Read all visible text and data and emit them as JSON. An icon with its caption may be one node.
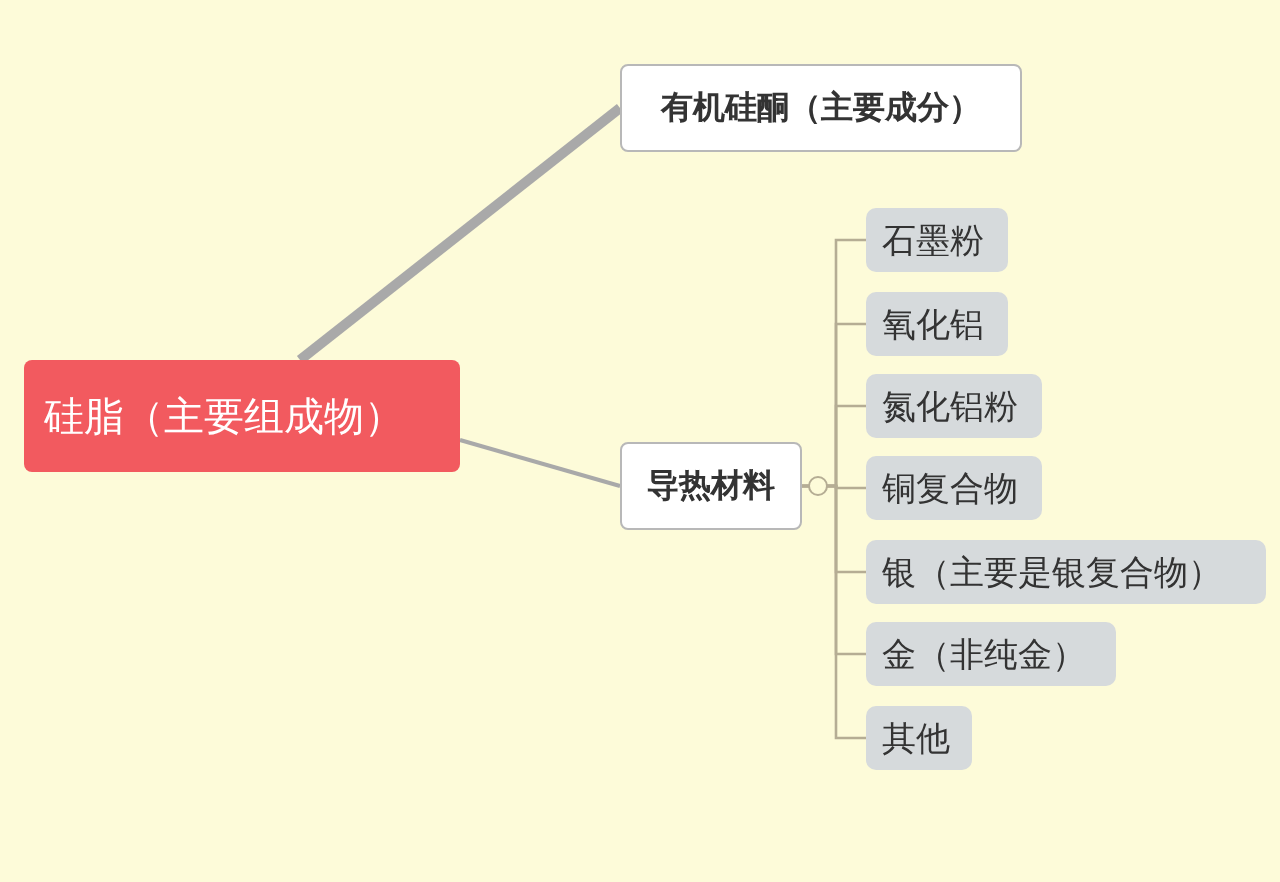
{
  "diagram": {
    "nodes": [
      {
        "text": [
          "硅脂（主要组成物）"
        ]
      },
      {
        "text": [
          "有机硅酮（主要成分）"
        ]
      },
      {
        "text": [
          "导热材料"
        ]
      },
      {
        "text": [
          "石墨粉"
        ]
      },
      {
        "text": [
          "氧化铝"
        ]
      },
      {
        "text": [
          "氮化铝粉"
        ]
      },
      {
        "text": [
          "铜复合物"
        ]
      },
      {
        "text": [
          "银（主要是银复合物）"
        ]
      },
      {
        "text": [
          "金（非纯金）"
        ]
      },
      {
        "text": [
          "其他"
        ]
      }
    ],
    "edges": [
      {
        "from": 0,
        "to": 1,
        "arrow": "none",
        "style": "thick"
      },
      {
        "from": 0,
        "to": 2,
        "arrow": "none"
      },
      {
        "from": 2,
        "to": 3,
        "arrow": "other"
      },
      {
        "from": 2,
        "to": 4,
        "arrow": "other"
      },
      {
        "from": 2,
        "to": 5,
        "arrow": "other"
      },
      {
        "from": 2,
        "to": 6,
        "arrow": "other"
      },
      {
        "from": 2,
        "to": 7,
        "arrow": "other"
      },
      {
        "from": 2,
        "to": 8,
        "arrow": "other"
      },
      {
        "from": 2,
        "to": 9,
        "arrow": "other"
      }
    ]
  }
}
